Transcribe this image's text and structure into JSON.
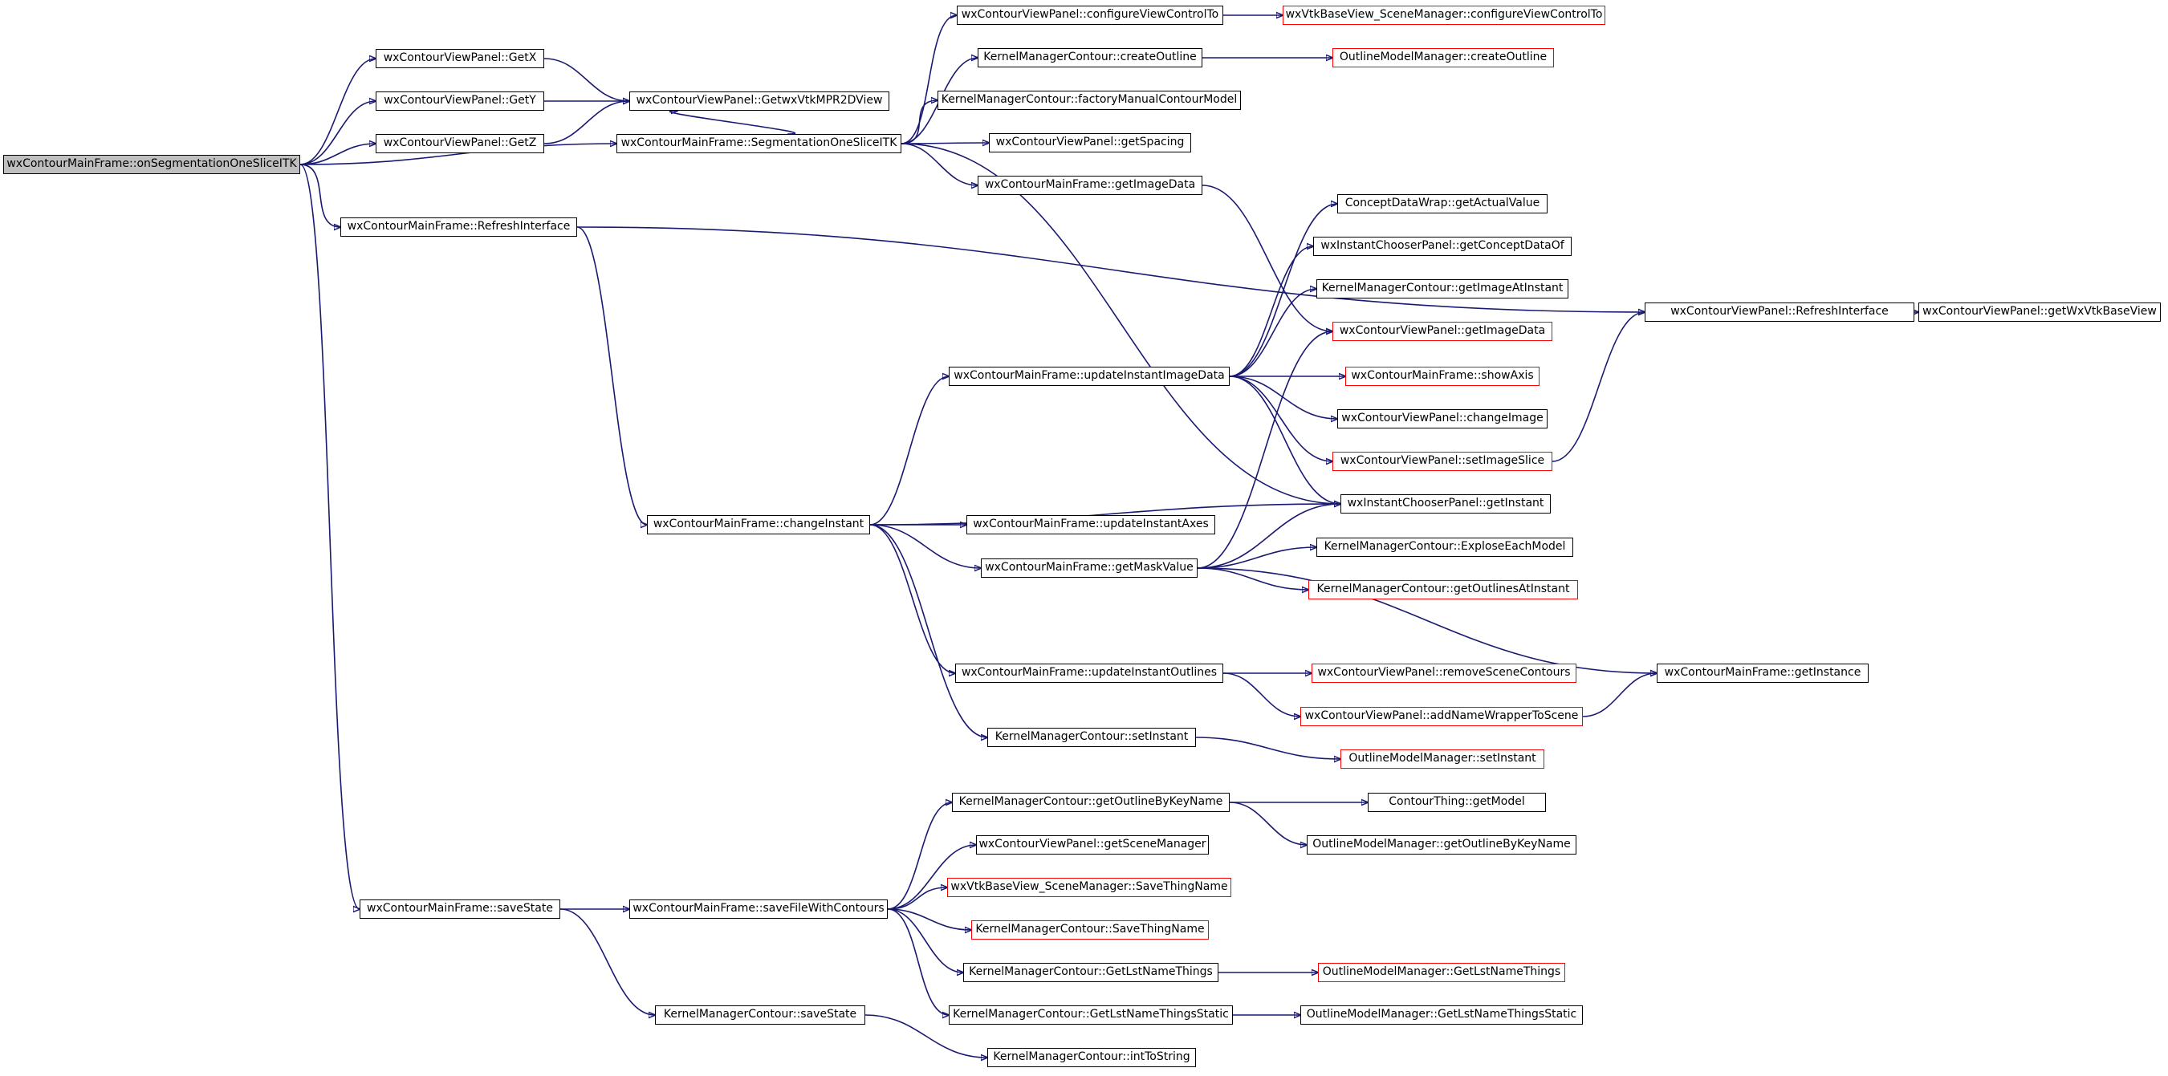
{
  "nodes": [
    {
      "id": "root",
      "label": "wxContourMainFrame::onSegmentationOneSliceITK",
      "style": "root"
    },
    {
      "id": "getx",
      "label": "wxContourViewPanel::GetX",
      "style": "normal"
    },
    {
      "id": "gety",
      "label": "wxContourViewPanel::GetY",
      "style": "normal"
    },
    {
      "id": "getz",
      "label": "wxContourViewPanel::GetZ",
      "style": "normal"
    },
    {
      "id": "getmpr",
      "label": "wxContourViewPanel::GetwxVtkMPR2DView",
      "style": "normal"
    },
    {
      "id": "segm",
      "label": "wxContourMainFrame::SegmentationOneSliceITK",
      "style": "normal"
    },
    {
      "id": "refreshmf",
      "label": "wxContourMainFrame::RefreshInterface",
      "style": "normal"
    },
    {
      "id": "savestate",
      "label": "wxContourMainFrame::saveState",
      "style": "normal"
    },
    {
      "id": "confpanel",
      "label": "wxContourViewPanel::configureViewControlTo",
      "style": "normal"
    },
    {
      "id": "confscene",
      "label": "wxVtkBaseView_SceneManager::configureViewControlTo",
      "style": "red"
    },
    {
      "id": "createoutline",
      "label": "KernelManagerContour::createOutline",
      "style": "normal"
    },
    {
      "id": "omcreate",
      "label": "OutlineModelManager::createOutline",
      "style": "red"
    },
    {
      "id": "factory",
      "label": "KernelManagerContour::factoryManualContourModel",
      "style": "normal"
    },
    {
      "id": "getspacing",
      "label": "wxContourViewPanel::getSpacing",
      "style": "normal"
    },
    {
      "id": "getimgmf",
      "label": "wxContourMainFrame::getImageData",
      "style": "normal"
    },
    {
      "id": "conceptval",
      "label": "ConceptDataWrap::getActualValue",
      "style": "normal"
    },
    {
      "id": "conceptof",
      "label": "wxInstantChooserPanel::getConceptDataOf",
      "style": "normal"
    },
    {
      "id": "imgatinst",
      "label": "KernelManagerContour::getImageAtInstant",
      "style": "normal"
    },
    {
      "id": "getimgvp",
      "label": "wxContourViewPanel::getImageData",
      "style": "red"
    },
    {
      "id": "refreshvp",
      "label": "wxContourViewPanel::RefreshInterface",
      "style": "normal"
    },
    {
      "id": "getwxvtk",
      "label": "wxContourViewPanel::getWxVtkBaseView",
      "style": "normal"
    },
    {
      "id": "updinstimg",
      "label": "wxContourMainFrame::updateInstantImageData",
      "style": "normal"
    },
    {
      "id": "showaxis",
      "label": "wxContourMainFrame::showAxis",
      "style": "red"
    },
    {
      "id": "changeimg",
      "label": "wxContourViewPanel::changeImage",
      "style": "normal"
    },
    {
      "id": "setslice",
      "label": "wxContourViewPanel::setImageSlice",
      "style": "red"
    },
    {
      "id": "getinstant",
      "label": "wxInstantChooserPanel::getInstant",
      "style": "normal"
    },
    {
      "id": "changeinst",
      "label": "wxContourMainFrame::changeInstant",
      "style": "normal"
    },
    {
      "id": "updaxes",
      "label": "wxContourMainFrame::updateInstantAxes",
      "style": "normal"
    },
    {
      "id": "getmask",
      "label": "wxContourMainFrame::getMaskValue",
      "style": "normal"
    },
    {
      "id": "explose",
      "label": "KernelManagerContour::ExploseEachModel",
      "style": "normal"
    },
    {
      "id": "outlinesat",
      "label": "KernelManagerContour::getOutlinesAtInstant",
      "style": "red"
    },
    {
      "id": "updoutl",
      "label": "wxContourMainFrame::updateInstantOutlines",
      "style": "normal"
    },
    {
      "id": "removescene",
      "label": "wxContourViewPanel::removeSceneContours",
      "style": "red"
    },
    {
      "id": "addname",
      "label": "wxContourViewPanel::addNameWrapperToScene",
      "style": "red"
    },
    {
      "id": "getinstance",
      "label": "wxContourMainFrame::getInstance",
      "style": "normal"
    },
    {
      "id": "setinst",
      "label": "KernelManagerContour::setInstant",
      "style": "normal"
    },
    {
      "id": "omsetinst",
      "label": "OutlineModelManager::setInstant",
      "style": "red"
    },
    {
      "id": "getbykey",
      "label": "KernelManagerContour::getOutlineByKeyName",
      "style": "normal"
    },
    {
      "id": "getmodel",
      "label": "ContourThing::getModel",
      "style": "normal"
    },
    {
      "id": "omgetbykey",
      "label": "OutlineModelManager::getOutlineByKeyName",
      "style": "normal"
    },
    {
      "id": "getscenemgr",
      "label": "wxContourViewPanel::getSceneManager",
      "style": "normal"
    },
    {
      "id": "savething1",
      "label": "wxVtkBaseView_SceneManager::SaveThingName",
      "style": "red"
    },
    {
      "id": "savething2",
      "label": "KernelManagerContour::SaveThingName",
      "style": "red"
    },
    {
      "id": "savefile",
      "label": "wxContourMainFrame::saveFileWithContours",
      "style": "normal"
    },
    {
      "id": "lstthings",
      "label": "KernelManagerContour::GetLstNameThings",
      "style": "normal"
    },
    {
      "id": "omlstthings",
      "label": "OutlineModelManager::GetLstNameThings",
      "style": "red"
    },
    {
      "id": "lststatic",
      "label": "KernelManagerContour::GetLstNameThingsStatic",
      "style": "normal"
    },
    {
      "id": "omlststatic",
      "label": "OutlineModelManager::GetLstNameThingsStatic",
      "style": "normal"
    },
    {
      "id": "kmsavestate",
      "label": "KernelManagerContour::saveState",
      "style": "normal"
    },
    {
      "id": "inttostr",
      "label": "KernelManagerContour::intToString",
      "style": "normal"
    }
  ],
  "edges": [
    [
      "root",
      "getx"
    ],
    [
      "root",
      "gety"
    ],
    [
      "root",
      "getz"
    ],
    [
      "root",
      "segm"
    ],
    [
      "root",
      "refreshmf"
    ],
    [
      "root",
      "savestate"
    ],
    [
      "getx",
      "getmpr"
    ],
    [
      "gety",
      "getmpr"
    ],
    [
      "getz",
      "getmpr"
    ],
    [
      "segm",
      "confpanel"
    ],
    [
      "segm",
      "createoutline"
    ],
    [
      "segm",
      "factory"
    ],
    [
      "segm",
      "getspacing"
    ],
    [
      "segm",
      "getimgmf"
    ],
    [
      "segm",
      "getinstant"
    ],
    [
      "segm",
      "getmpr"
    ],
    [
      "confpanel",
      "confscene"
    ],
    [
      "createoutline",
      "omcreate"
    ],
    [
      "getimgmf",
      "getimgvp"
    ],
    [
      "refreshmf",
      "refreshvp"
    ],
    [
      "refreshmf",
      "changeinst"
    ],
    [
      "refreshvp",
      "getwxvtk"
    ],
    [
      "updinstimg",
      "conceptval"
    ],
    [
      "updinstimg",
      "conceptof"
    ],
    [
      "updinstimg",
      "imgatinst"
    ],
    [
      "updinstimg",
      "showaxis"
    ],
    [
      "updinstimg",
      "changeimg"
    ],
    [
      "updinstimg",
      "setslice"
    ],
    [
      "updinstimg",
      "getinstant"
    ],
    [
      "setslice",
      "refreshvp"
    ],
    [
      "changeinst",
      "updinstimg"
    ],
    [
      "changeinst",
      "getinstant"
    ],
    [
      "changeinst",
      "updaxes"
    ],
    [
      "changeinst",
      "getmask"
    ],
    [
      "changeinst",
      "updoutl"
    ],
    [
      "changeinst",
      "setinst"
    ],
    [
      "getmask",
      "getimgvp"
    ],
    [
      "getmask",
      "getinstant"
    ],
    [
      "getmask",
      "explose"
    ],
    [
      "getmask",
      "outlinesat"
    ],
    [
      "getmask",
      "getinstance"
    ],
    [
      "updoutl",
      "removescene"
    ],
    [
      "updoutl",
      "addname"
    ],
    [
      "addname",
      "getinstance"
    ],
    [
      "setinst",
      "omsetinst"
    ],
    [
      "savestate",
      "savefile"
    ],
    [
      "savestate",
      "kmsavestate"
    ],
    [
      "savefile",
      "getbykey"
    ],
    [
      "savefile",
      "getscenemgr"
    ],
    [
      "savefile",
      "savething1"
    ],
    [
      "savefile",
      "savething2"
    ],
    [
      "savefile",
      "lstthings"
    ],
    [
      "savefile",
      "lststatic"
    ],
    [
      "getbykey",
      "getmodel"
    ],
    [
      "getbykey",
      "omgetbykey"
    ],
    [
      "lstthings",
      "omlstthings"
    ],
    [
      "lststatic",
      "omlststatic"
    ],
    [
      "kmsavestate",
      "inttostr"
    ]
  ]
}
